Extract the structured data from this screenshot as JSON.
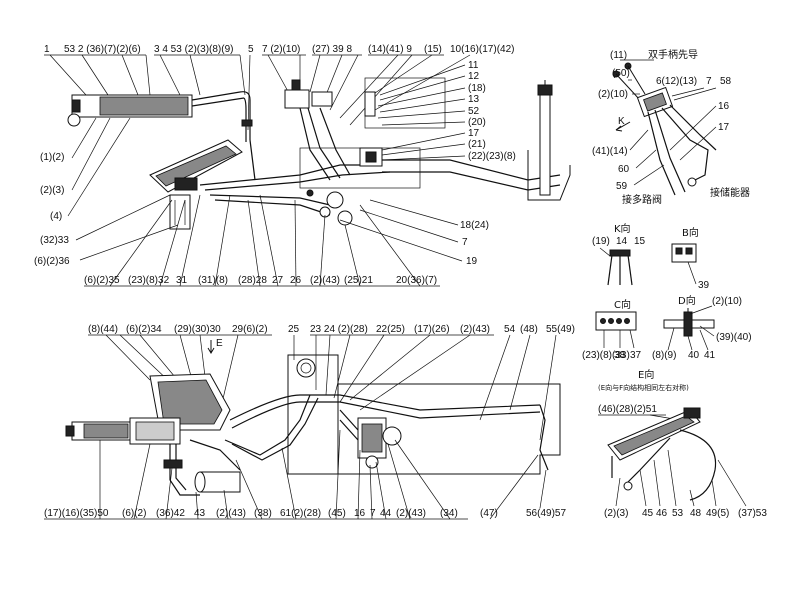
{
  "top_labels": {
    "l1": "1",
    "l2": "53 2 (36)(7)(2)(6)",
    "l3": "3  4 53 (2)(3)(8)(9)",
    "l4": "5",
    "l5": "7 (2)(10)",
    "l6": "(27)  39  8",
    "l7": "(14)(41)  9",
    "l8": "(15)",
    "l9": "10(16)(17)(42)"
  },
  "right_stack": [
    "11",
    "12",
    "(18)",
    "13",
    "52",
    "(20)",
    "17",
    "(21)",
    "(22)(23)(8)"
  ],
  "left_labels": [
    "(1)(2)",
    "(2)(3)",
    "(4)",
    "(32)33",
    "(6)(2)36"
  ],
  "bottom_row1": {
    "a": "(6)(2)35",
    "b": "(23)(8)32",
    "c": "31",
    "d": "(31)(8)",
    "e": "(28)28",
    "f": "27",
    "g": "26",
    "h": "(2)(43)",
    "i": "(25)21",
    "j": "20(36)(7)"
  },
  "right_mid_labels": [
    "18(24)",
    "7",
    "19"
  ],
  "pilot": {
    "title": "双手柄先导",
    "labels": [
      "(11)",
      "(50)",
      "(2)(10)",
      "6(12)(13)",
      "7",
      "58",
      "16",
      "17",
      "(41)(14)",
      "60",
      "59"
    ],
    "k_arrow": "K",
    "to_valve": "接多路阀",
    "to_accumulator": "接储能器"
  },
  "view_k": {
    "title": "K向",
    "labels": [
      "(19)",
      "14",
      "15"
    ]
  },
  "view_b": {
    "title": "B向",
    "label": "39"
  },
  "view_c": {
    "title": "C向",
    "labels": [
      "(23)(8)(33)",
      "38",
      "37"
    ]
  },
  "view_d": {
    "title": "D向",
    "labels": [
      "(2)(10)",
      "(39)(40)",
      "(8)(9)",
      "40",
      "41"
    ]
  },
  "lower_top": {
    "a": "(8)(44)",
    "b": "(6)(2)34",
    "c": "(29)(30)30",
    "d": "29(6)(2)",
    "e": "25",
    "f": "23 24 (2)(28)",
    "g": "22(25)",
    "h": "(17)(26)",
    "i": "(2)(43)",
    "j": "54",
    "k": "(48)",
    "l": "55(49)",
    "e_arrow": "E"
  },
  "lower_bottom": {
    "a": "(17)(16)(35)50",
    "b": "(6)(2)",
    "c": "(36)42",
    "d": "43",
    "e": "(2)(43)",
    "f": "(38)",
    "g": "61(2)(28)",
    "h": "(45)",
    "i": "16",
    "j": "7",
    "k": "44",
    "l": "(2)(43)",
    "m": "(34)",
    "n": "(47)",
    "o": "56(49)57"
  },
  "view_e": {
    "title": "E向",
    "note": "(E向与F向结构相同左右对称)",
    "top_label": "(46)(28)(2)51",
    "bottom": [
      "(2)(3)",
      "45",
      "46",
      "53",
      "48",
      "49(5)",
      "(37)53"
    ]
  }
}
